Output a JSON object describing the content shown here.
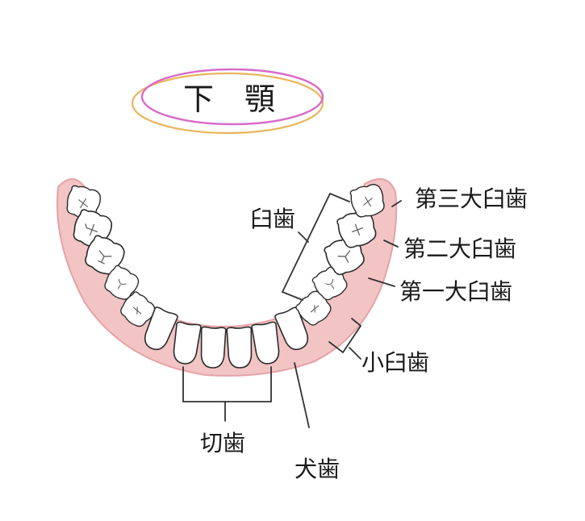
{
  "title": "下　顎",
  "labels": {
    "third_molar": "第三大臼歯",
    "second_molar": "第二大臼歯",
    "first_molar": "第一大臼歯",
    "premolars": "小臼歯",
    "molars": "臼歯",
    "incisors": "切歯",
    "canine": "犬歯"
  },
  "colors": {
    "gum": "#f2c4c4",
    "gum_outline": "#e6a2a6",
    "ellipse_pink": "#d86bc8",
    "ellipse_orange": "#e8b65c"
  }
}
